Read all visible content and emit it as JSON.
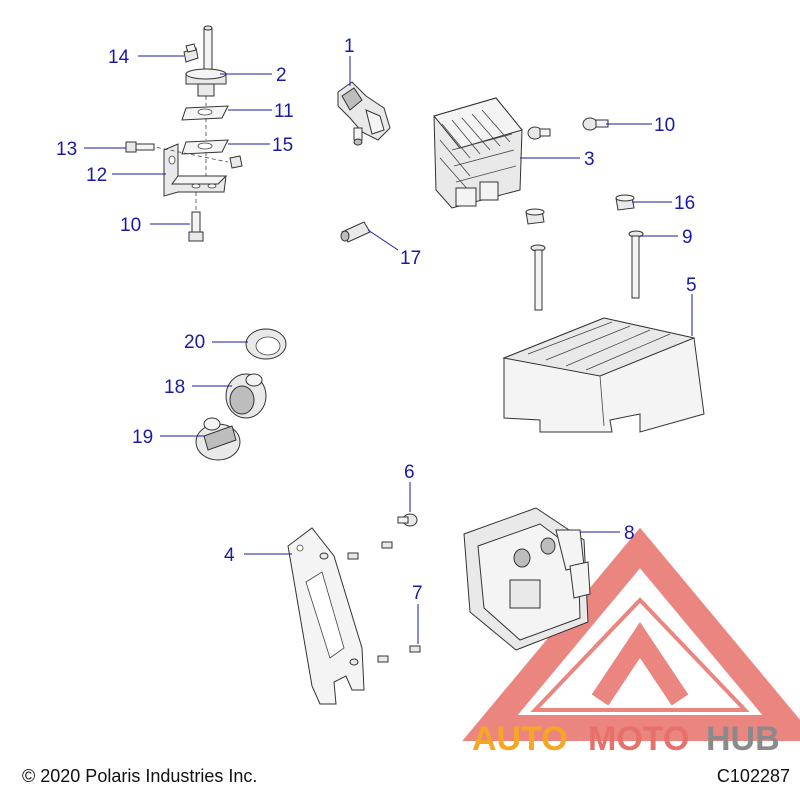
{
  "colors": {
    "callout": "#1a1aa6",
    "watermark_red": "#e8706a",
    "watermark_orange": "#f5a623",
    "watermark_gray": "#8a8a8a"
  },
  "callouts": [
    {
      "id": "14",
      "label": "14"
    },
    {
      "id": "2",
      "label": "2"
    },
    {
      "id": "11",
      "label": "11"
    },
    {
      "id": "13",
      "label": "13"
    },
    {
      "id": "15",
      "label": "15"
    },
    {
      "id": "12",
      "label": "12"
    },
    {
      "id": "10a",
      "label": "10"
    },
    {
      "id": "1",
      "label": "1"
    },
    {
      "id": "10b",
      "label": "10"
    },
    {
      "id": "3",
      "label": "3"
    },
    {
      "id": "16",
      "label": "16"
    },
    {
      "id": "9",
      "label": "9"
    },
    {
      "id": "17",
      "label": "17"
    },
    {
      "id": "5",
      "label": "5"
    },
    {
      "id": "20",
      "label": "20"
    },
    {
      "id": "18",
      "label": "18"
    },
    {
      "id": "19",
      "label": "19"
    },
    {
      "id": "6",
      "label": "6"
    },
    {
      "id": "8",
      "label": "8"
    },
    {
      "id": "4",
      "label": "4"
    },
    {
      "id": "7",
      "label": "7"
    }
  ],
  "watermark": {
    "part1": "AUTO",
    "part2": "MOTO",
    "part3": "HUB"
  },
  "footer": {
    "copyright": "© 2020 Polaris Industries Inc.",
    "drawing_id": "C102287"
  }
}
